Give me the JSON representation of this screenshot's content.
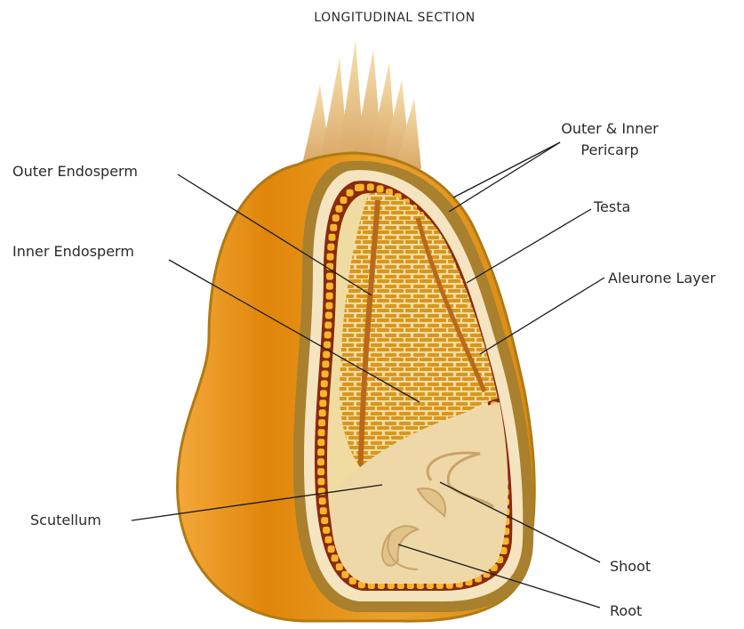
{
  "title": "LONGITUDINAL SECTION",
  "labels": {
    "pericarp_line1": "Outer & Inner",
    "pericarp_line2": "Pericarp",
    "testa": "Testa",
    "aleurone": "Aleurone Layer",
    "outer_endosperm": "Outer Endosperm",
    "inner_endosperm": "Inner Endosperm",
    "scutellum": "Scutellum",
    "shoot": "Shoot",
    "root": "Root"
  }
}
